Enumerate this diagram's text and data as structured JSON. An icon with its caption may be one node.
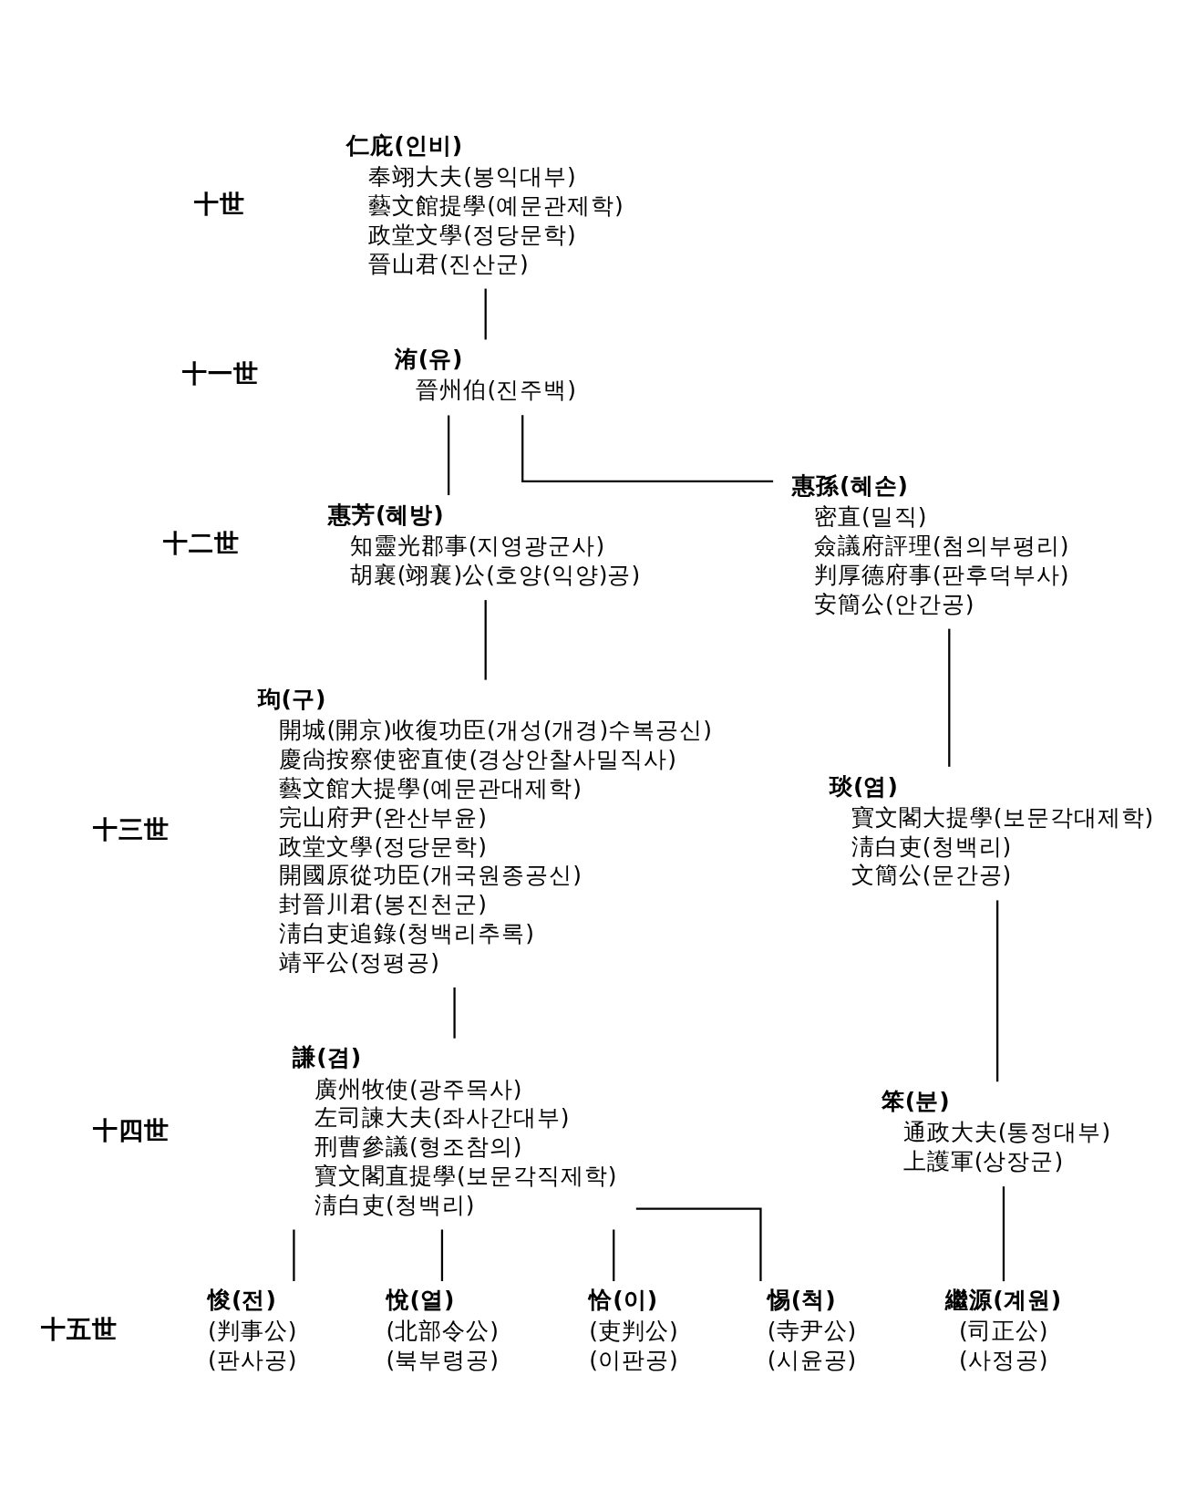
{
  "diagram": {
    "nodes": [
      {
        "text": [
          "仁庇(인비)",
          "奉翊大夫(봉익대부)",
          "藝文館提學(예문관제학)",
          "政堂文學(정당문학)",
          "晉山君(진산군)"
        ]
      },
      {
        "text": [
          "洧(유)",
          "晉州伯(진주백)"
        ]
      },
      {
        "text": [
          "惠芳(혜방)",
          "知靈光郡事(지영광군사)",
          "胡襄(翊襄)公(호양(익양)공)"
        ]
      },
      {
        "text": [
          "惠孫(혜손)",
          "密直(밀직)",
          "僉議府評理(첨의부평리)",
          "判厚德府事(판후덕부사)",
          "安簡公(안간공)"
        ]
      },
      {
        "text": [
          "玽(구)",
          "開城(開京)收復功臣(개성(개경)수복공신)",
          "慶尙按察使密直使(경상안찰사밀직사)",
          "藝文館大提學(예문관대제학)",
          "完山府尹(완산부윤)",
          "政堂文學(정당문학)",
          "開國原從功臣(개국원종공신)",
          "封晉川君(봉진천군)",
          "淸白吏追錄(청백리추록)",
          "靖平公(정평공)"
        ]
      },
      {
        "text": [
          "琰(염)",
          "寶文閣大提學(보문각대제학)",
          "淸白吏(청백리)",
          "文簡公(문간공)"
        ]
      },
      {
        "text": [
          "謙(겸)",
          "廣州牧使(광주목사)",
          "左司諫大夫(좌사간대부)",
          "刑曹參議(형조참의)",
          "寶文閣直提學(보문각직제학)",
          "淸白吏(청백리)"
        ]
      },
      {
        "text": [
          "笨(분)",
          "通政大夫(통정대부)",
          "上護軍(상장군)"
        ]
      },
      {
        "text": [
          "恰(이)",
          "(吏判公)",
          "(이판공)"
        ]
      },
      {
        "text": [
          "悅(열)",
          "(北部令公)",
          "(북부령공)"
        ]
      },
      {
        "text": [
          "惕(척)",
          "(寺尹公)",
          "(시윤공)"
        ]
      },
      {
        "text": [
          "悛(전)",
          "(判事公)",
          "(판사공)"
        ]
      },
      {
        "text": [
          "繼源(계원)",
          "(司正公)",
          "(사정공)"
        ]
      }
    ],
    "edges": [
      {
        "from": 0,
        "to": 1,
        "arrow": "none"
      },
      {
        "from": 1,
        "to": 2,
        "arrow": "none"
      },
      {
        "from": 1,
        "to": 3,
        "arrow": "none"
      },
      {
        "from": 2,
        "to": 4,
        "arrow": "none"
      },
      {
        "from": 3,
        "to": 5,
        "arrow": "none"
      },
      {
        "from": 4,
        "to": 6,
        "arrow": "none"
      },
      {
        "from": 5,
        "to": 7,
        "arrow": "none"
      },
      {
        "from": 6,
        "to": 8,
        "arrow": "none"
      },
      {
        "from": 6,
        "to": 9,
        "arrow": "none"
      },
      {
        "from": 6,
        "to": 10,
        "arrow": "none"
      },
      {
        "from": 6,
        "to": 11,
        "arrow": "none"
      },
      {
        "from": 7,
        "to": 12,
        "arrow": "none"
      }
    ],
    "labels": [
      "十世",
      "十一世",
      "十二世",
      "十三世",
      "十四世",
      "十五世"
    ]
  }
}
